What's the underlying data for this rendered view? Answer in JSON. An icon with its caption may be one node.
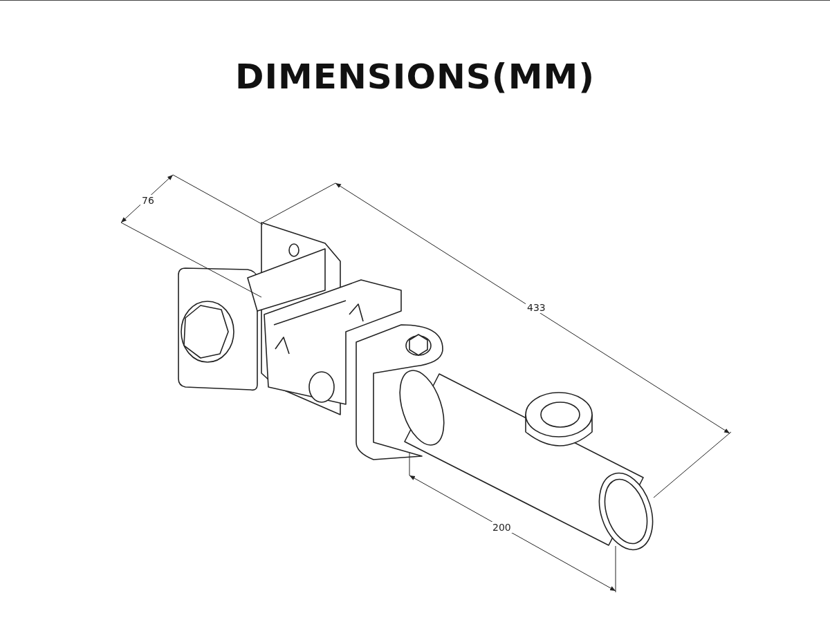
{
  "diagram": {
    "title": "DIMENSIONS(MM)",
    "labels": [
      "76",
      "433",
      "200"
    ]
  }
}
